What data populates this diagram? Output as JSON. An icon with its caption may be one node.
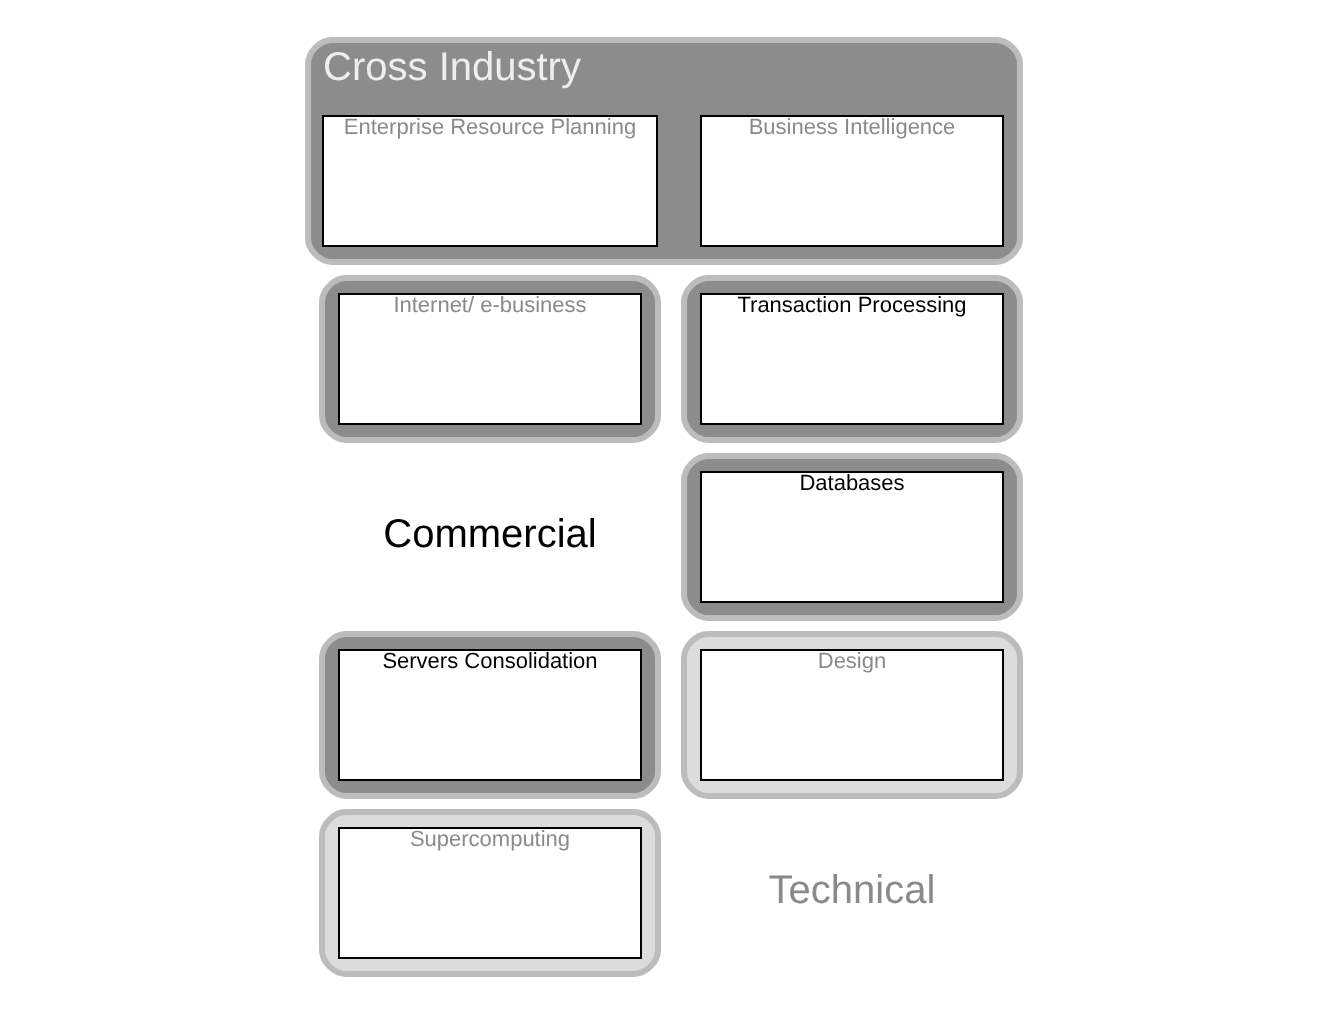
{
  "diagram": {
    "nodes": [
      {
        "text": [
          "Cross Industry"
        ]
      },
      {
        "text": [
          "Enterprise Resource Planning"
        ],
        "in": 0
      },
      {
        "text": [
          "Business Intelligence"
        ],
        "in": 0
      },
      {
        "text": [],
        "shape": "box"
      },
      {
        "text": [
          "Internet/ e-business"
        ],
        "in": 3
      },
      {
        "text": [],
        "shape": "box"
      },
      {
        "text": [
          "Transaction Processing"
        ],
        "in": 5
      },
      {
        "text": [],
        "shape": "box"
      },
      {
        "text": [
          "Databases"
        ],
        "in": 7
      },
      {
        "text": [],
        "shape": "box"
      },
      {
        "text": [
          "Servers Consolidation"
        ],
        "in": 9
      },
      {
        "text": [],
        "shape": "box"
      },
      {
        "text": [
          "Design"
        ],
        "in": 11
      },
      {
        "text": [],
        "shape": "box"
      },
      {
        "text": [
          "Supercomputing"
        ],
        "in": 13
      }
    ],
    "edges": [],
    "labels": [
      "Commercial",
      "Technical"
    ]
  }
}
